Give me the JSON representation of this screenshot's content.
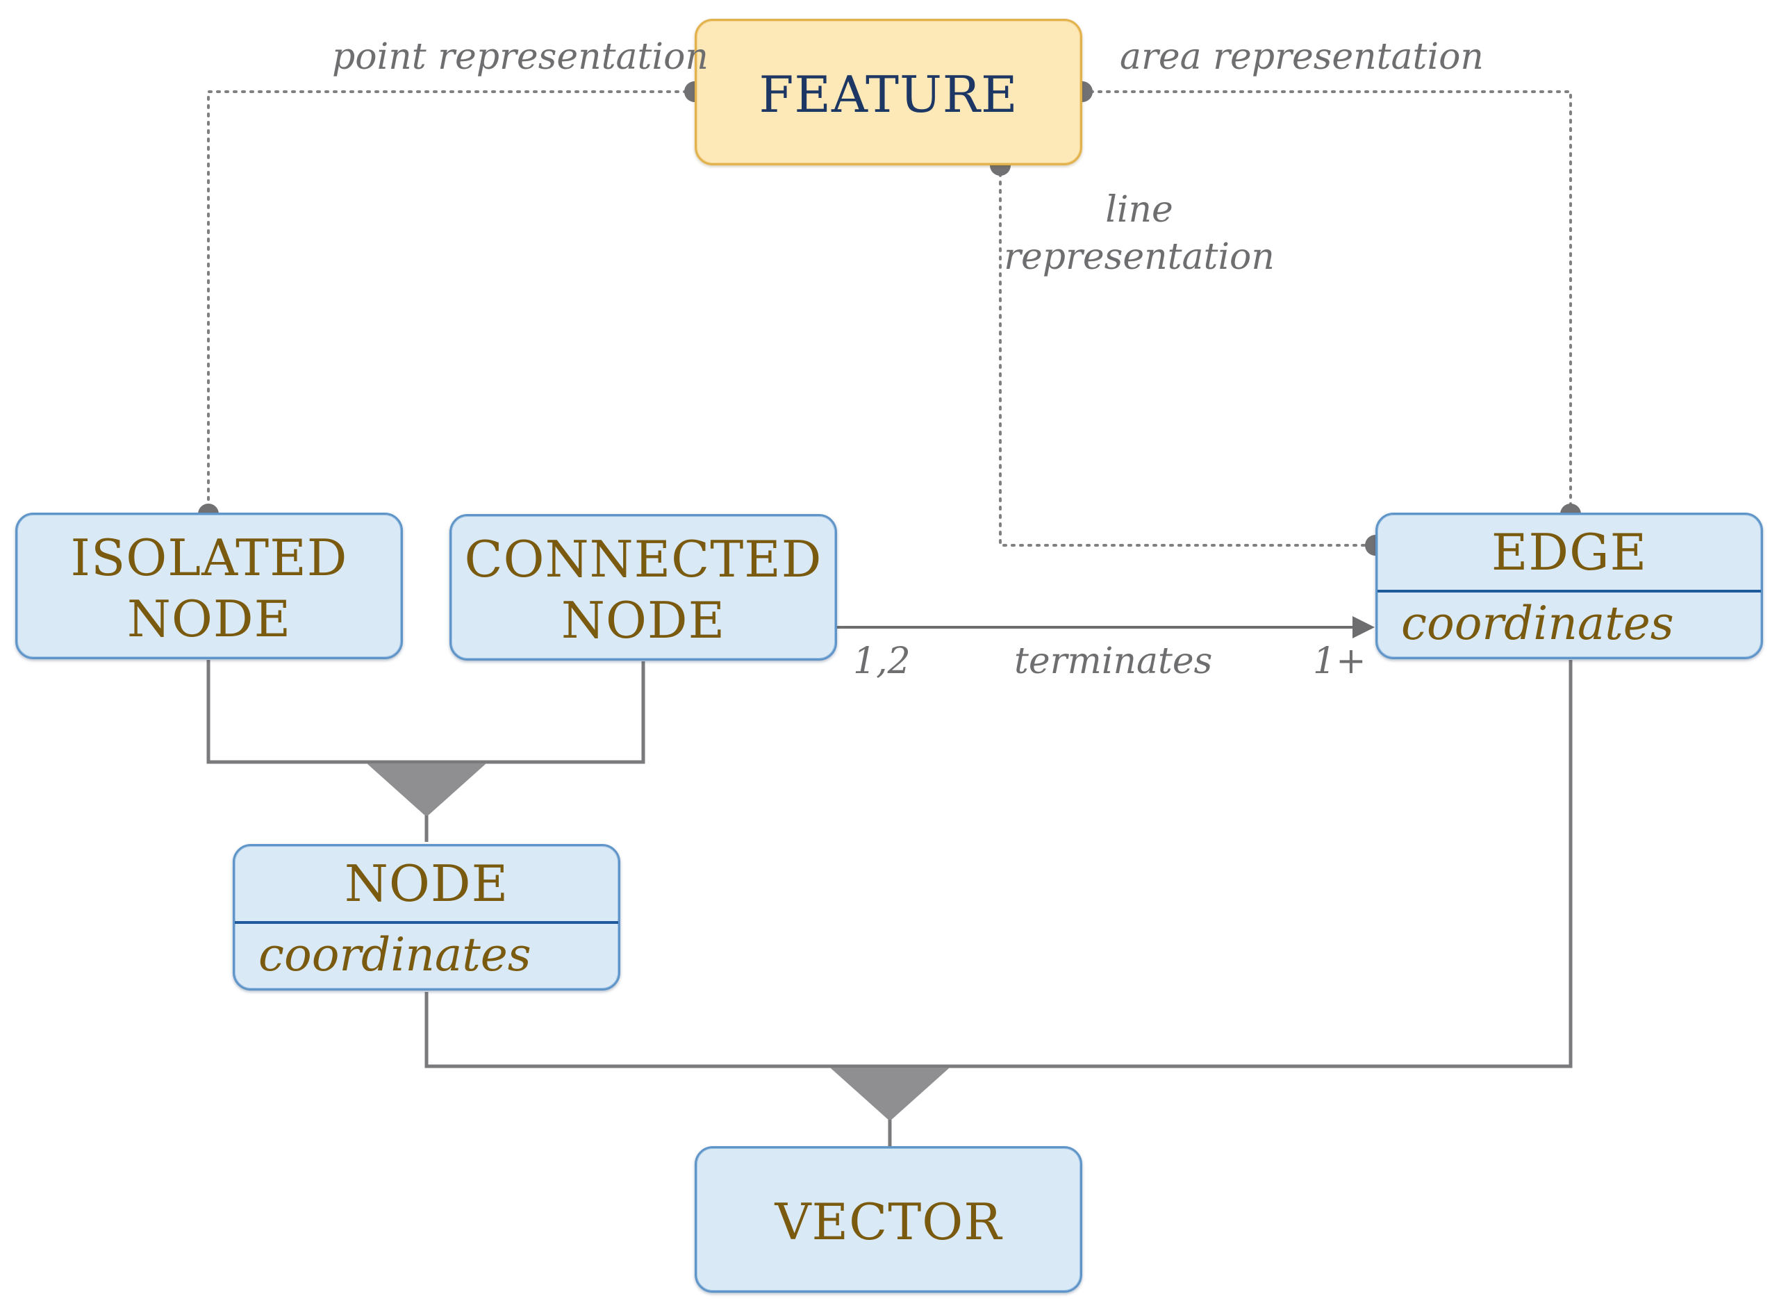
{
  "entities": {
    "feature": {
      "name": "FEATURE"
    },
    "isolated_node": {
      "line1": "ISOLATED",
      "line2": "NODE"
    },
    "connected_node": {
      "line1": "CONNECTED",
      "line2": "NODE"
    },
    "edge": {
      "name": "EDGE",
      "attribute": "coordinates"
    },
    "node": {
      "name": "NODE",
      "attribute": "coordinates"
    },
    "vector": {
      "name": "VECTOR"
    }
  },
  "relations": {
    "point": "point representation",
    "area": "area representation",
    "line_1": "line",
    "line_2": "representation",
    "terminates": "terminates",
    "card_source": "1,2",
    "card_target": "1+"
  },
  "colors": {
    "entity_fill": "#d9e9f6",
    "entity_border": "#5f95c8",
    "feature_fill": "#fde9b8",
    "feature_border": "#e2b24d",
    "entity_text": "#7a5a0e",
    "feature_text": "#1d3764",
    "connector": "#7a7a7c"
  }
}
